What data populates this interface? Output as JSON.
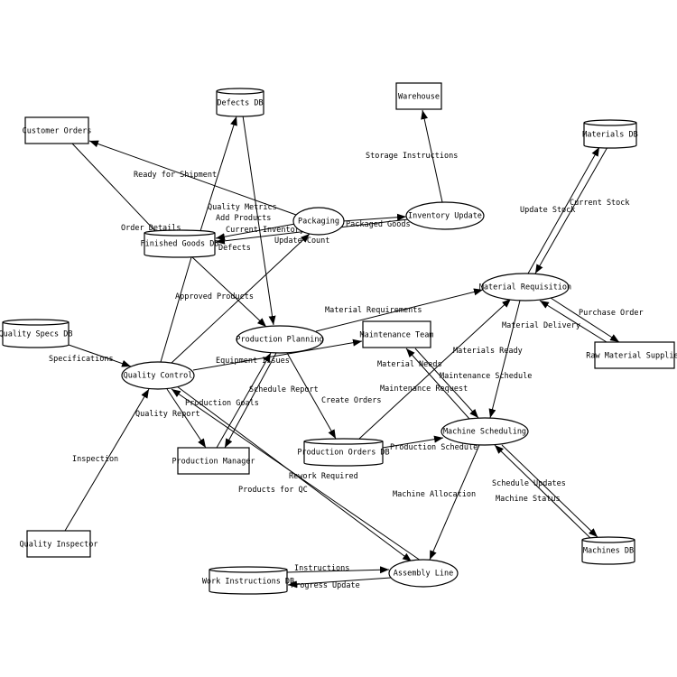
{
  "nodes": {
    "customer_orders": "Customer Orders",
    "defects_db": "Defects DB",
    "warehouse": "Warehouse",
    "materials_db": "Materials DB",
    "finished_goods_db": "Finished Goods DB",
    "packaging": "Packaging",
    "inventory_update": "Inventory Update",
    "material_requisition": "Material Requisition",
    "quality_specs_db": "Quality Specs DB",
    "production_planning": "Production Planning",
    "maintenance_team": "Maintenance Team",
    "raw_material_supplier": "Raw Material Supplier",
    "quality_control": "Quality Control",
    "production_manager": "Production Manager",
    "production_orders_db": "Production Orders DB",
    "machine_scheduling": "Machine Scheduling",
    "quality_inspector": "Quality Inspector",
    "machines_db": "Machines DB",
    "work_instructions_db": "Work Instructions DB",
    "assembly_line": "Assembly Line"
  },
  "edges": {
    "ready_for_shipment": "Ready for Shipment",
    "order_details": "Order Details",
    "quality_metrics": "Quality Metrics",
    "add_products": "Add Products",
    "current_inventory": "Current Inventory",
    "packaged_goods": "Packaged Goods",
    "defects": "Defects",
    "update_count": "Update Count",
    "storage_instructions": "Storage Instructions",
    "update_stock": "Update Stock",
    "current_stock": "Current Stock",
    "approved_products": "Approved Products",
    "material_requirements": "Material Requirements",
    "purchase_order": "Purchase Order",
    "material_delivery": "Material Delivery",
    "specifications": "Specifications",
    "equipment_issues": "Equipment Issues",
    "materials_ready": "Materials Ready",
    "material_needs": "Material Needs",
    "maintenance_schedule": "Maintenance Schedule",
    "maintenance_request": "Maintenance Request",
    "production_goals": "Production Goals",
    "schedule_report": "Schedule Report",
    "create_orders": "Create Orders",
    "quality_report": "Quality Report",
    "production_schedule": "Production Schedule",
    "rework_required": "Rework Required",
    "products_for_qc": "Products for QC",
    "inspection": "Inspection",
    "machine_allocation": "Machine Allocation",
    "schedule_updates": "Schedule Updates",
    "machine_status": "Machine Status",
    "instructions": "Instructions",
    "progress_update": "Progress Update"
  }
}
